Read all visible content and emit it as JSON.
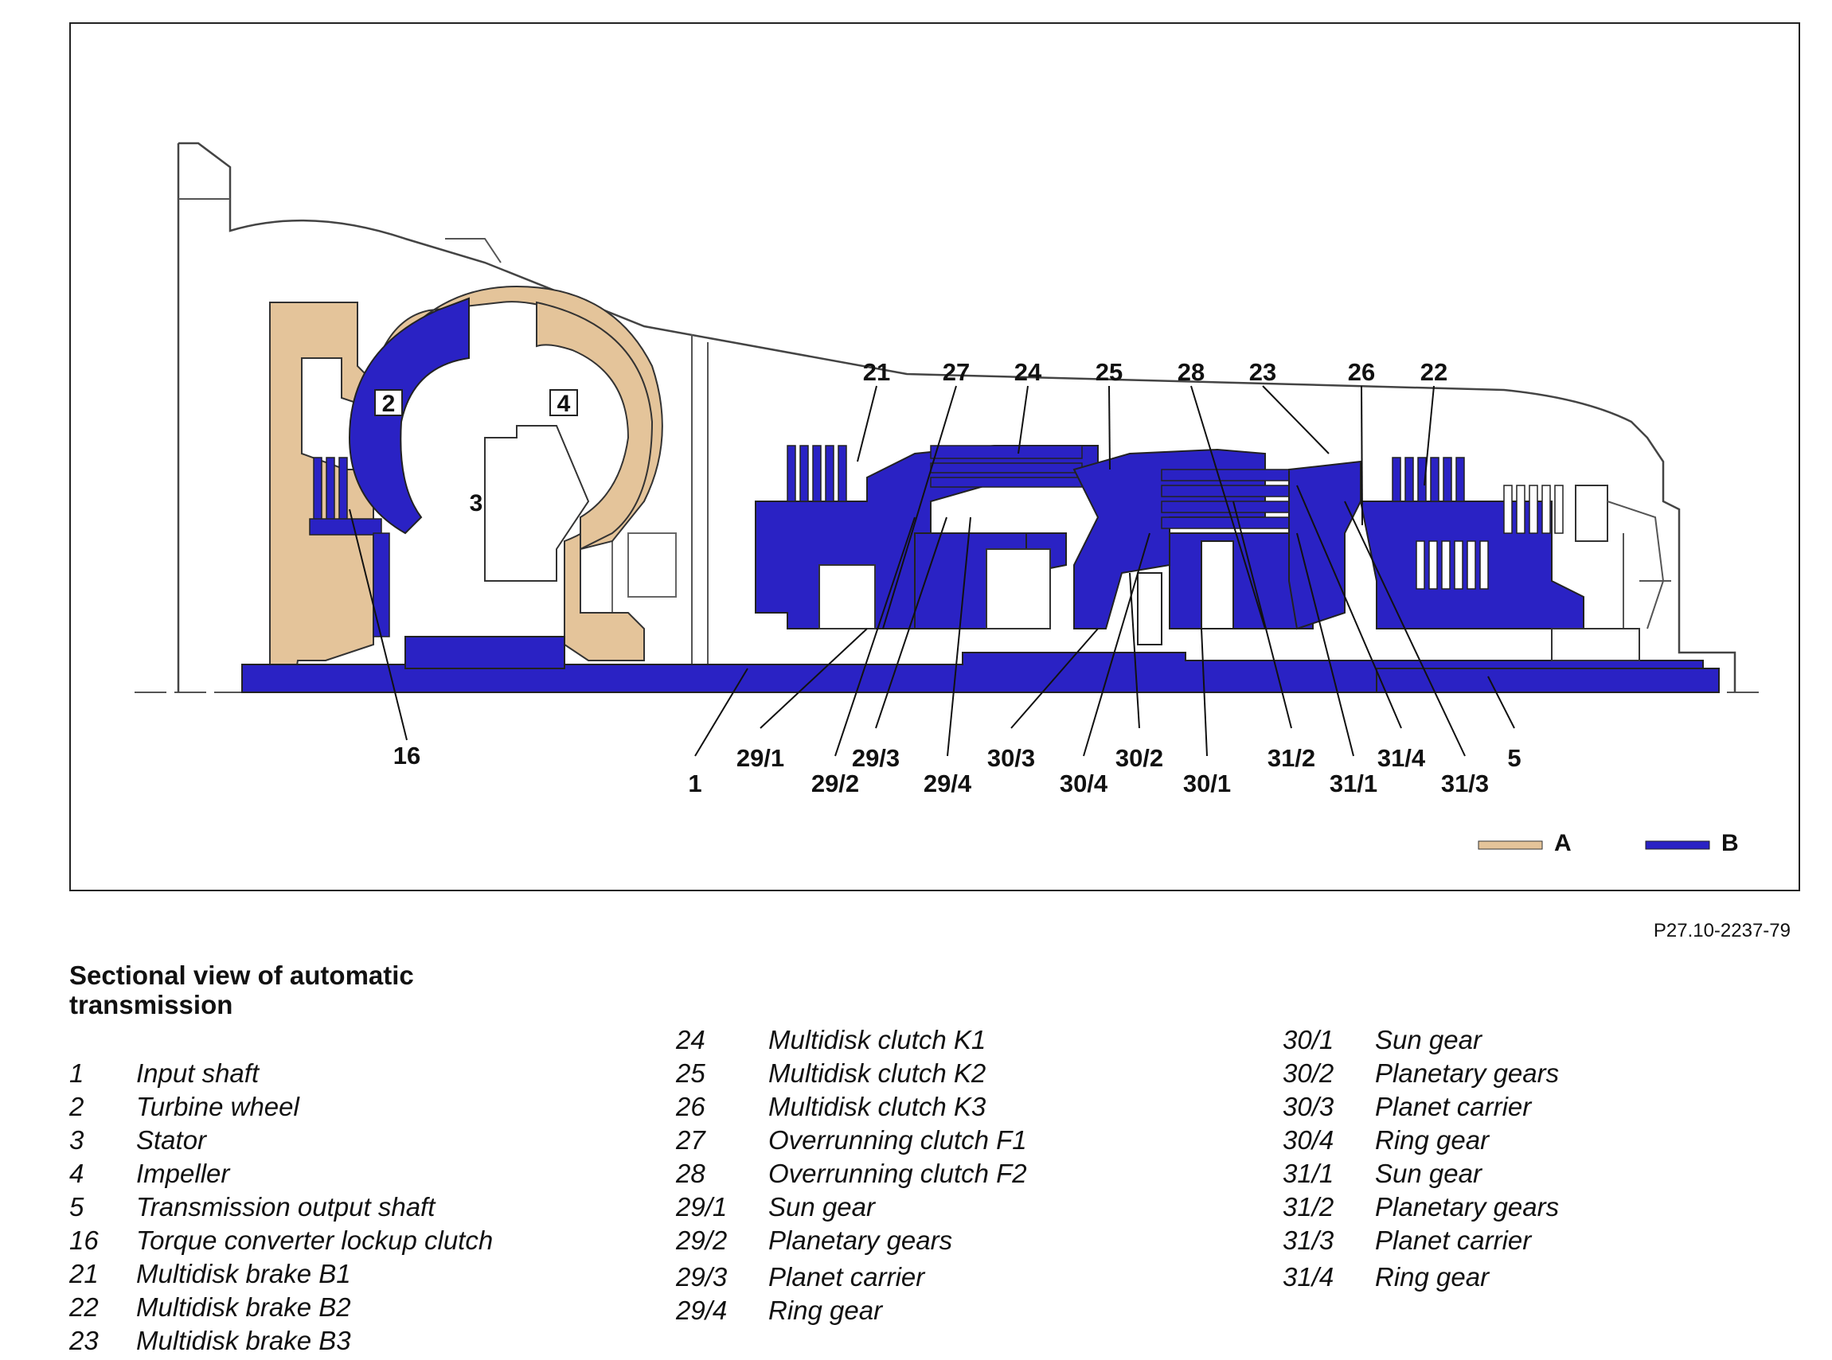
{
  "figure_code": "P27.10-2237-79",
  "caption": {
    "line1": "Sectional view of automatic",
    "line2": "transmission"
  },
  "colors": {
    "A": "#e4c49a",
    "B": "#2a22c4",
    "outline": "#333333"
  },
  "diagram": {
    "converter_labels": {
      "turbine": "2",
      "stator": "3",
      "impeller": "4"
    },
    "callouts_top": [
      "21",
      "27",
      "24",
      "25",
      "28",
      "23",
      "26",
      "22"
    ],
    "callouts_bottom": [
      "16",
      "1",
      "29/1",
      "29/2",
      "29/3",
      "29/4",
      "30/3",
      "30/4",
      "30/2",
      "30/1",
      "31/2",
      "31/1",
      "31/4",
      "31/3",
      "5"
    ],
    "legend": [
      {
        "key": "A",
        "color": "#e4c49a"
      },
      {
        "key": "B",
        "color": "#2a22c4"
      }
    ]
  },
  "parts_legend": {
    "col1": [
      {
        "num": "1",
        "desc": "Input shaft"
      },
      {
        "num": "2",
        "desc": "Turbine wheel"
      },
      {
        "num": "3",
        "desc": "Stator"
      },
      {
        "num": "4",
        "desc": "Impeller"
      },
      {
        "num": "5",
        "desc": "Transmission output shaft"
      },
      {
        "num": "16",
        "desc": "Torque converter lockup clutch"
      },
      {
        "num": "21",
        "desc": "Multidisk brake B1"
      },
      {
        "num": "22",
        "desc": "Multidisk brake B2"
      },
      {
        "num": "23",
        "desc": "Multidisk brake B3"
      }
    ],
    "col2": [
      {
        "num": "24",
        "desc": "Multidisk clutch K1"
      },
      {
        "num": "25",
        "desc": "Multidisk clutch K2"
      },
      {
        "num": "26",
        "desc": "Multidisk clutch K3"
      },
      {
        "num": "27",
        "desc": "Overrunning clutch F1"
      },
      {
        "num": "28",
        "desc": "Overrunning clutch F2"
      },
      {
        "num": "29/1",
        "desc": "Sun gear"
      },
      {
        "num": "29/2",
        "desc": "Planetary gears"
      },
      {
        "num": "29/3",
        "desc": "Planet carrier"
      },
      {
        "num": "29/4",
        "desc": "Ring gear"
      }
    ],
    "col3": [
      {
        "num": "30/1",
        "desc": "Sun gear"
      },
      {
        "num": "30/2",
        "desc": "Planetary gears"
      },
      {
        "num": "30/3",
        "desc": "Planet carrier"
      },
      {
        "num": "30/4",
        "desc": "Ring gear"
      },
      {
        "num": "31/1",
        "desc": "Sun gear"
      },
      {
        "num": "31/2",
        "desc": "Planetary gears"
      },
      {
        "num": "31/3",
        "desc": "Planet carrier"
      },
      {
        "num": "31/4",
        "desc": "Ring gear"
      }
    ]
  }
}
